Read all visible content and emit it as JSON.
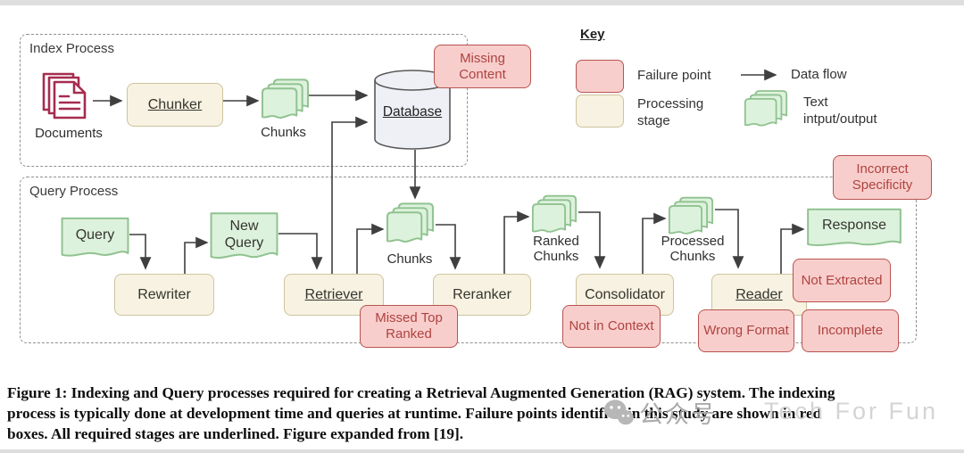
{
  "figure": {
    "index_process": {
      "label": "Index Process",
      "documents_label": "Documents",
      "chunker_label": "Chunker",
      "chunks_label": "Chunks",
      "database_label": "Database",
      "missing_content": "Missing Content"
    },
    "key": {
      "title": "Key",
      "failure_point": "Failure point",
      "processing_stage": "Processing stage",
      "data_flow": "Data flow",
      "text_io": "Text intput/output"
    },
    "query_process": {
      "label": "Query Process",
      "query": "Query",
      "rewriter": "Rewriter",
      "new_query": "New Query",
      "retriever": "Retriever",
      "chunks": "Chunks",
      "reranker": "Reranker",
      "ranked_chunks": "Ranked Chunks",
      "consolidator": "Consolidator",
      "processed_chunks": "Processed Chunks",
      "reader": "Reader",
      "response": "Response",
      "missed_top_ranked": "Missed Top Ranked",
      "not_in_context": "Not in Context",
      "wrong_format": "Wrong Format",
      "not_extracted": "Not Extracted",
      "incomplete": "Incomplete",
      "incorrect_specificity": "Incorrect Specificity"
    },
    "edges": [
      "documents->chunker",
      "chunker->chunks",
      "chunks->database",
      "retriever->database",
      "database->query-chunks",
      "retriever->query-chunks",
      "query->rewriter",
      "rewriter->new-query",
      "new-query->retriever",
      "query-chunks->reranker",
      "reranker->ranked-chunks",
      "ranked-chunks->consolidator",
      "consolidator->processed-chunks",
      "processed-chunks->reader",
      "reader->response"
    ],
    "colors": {
      "failure_fill": "#f8cecc",
      "failure_border": "#b85450",
      "failure_text": "#ae4340",
      "stage_fill": "#f7f2e1",
      "stage_border": "#cdc49f",
      "text_fill": "#ddf2dd",
      "text_border": "#90c290",
      "documents_icon": "#a62c50",
      "database_fill": "#eef0f6",
      "connector": "#3f3f3f"
    },
    "icons": [
      "documents-stack-icon",
      "text-pages-icon",
      "database-cylinder-icon",
      "data-flow-arrow-icon",
      "wechat-icon"
    ]
  },
  "caption": {
    "lines": [
      "Figure 1: Indexing and Query processes required for creating a Retrieval Augmented Generation (RAG) system. The indexing",
      "process is typically done at development time and queries at runtime. Failure points identified in this study are shown in red",
      "boxes. All required stages are underlined. Figure expanded from [19]."
    ]
  },
  "watermark": {
    "platform": "公众号",
    "account": "Tech For Fun"
  }
}
